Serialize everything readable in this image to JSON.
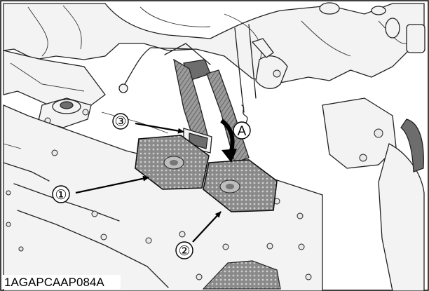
{
  "figure": {
    "callouts": [
      {
        "id": "pedal-1",
        "label": "①"
      },
      {
        "id": "pedal-2",
        "label": "②"
      },
      {
        "id": "latch-3",
        "label": "③"
      },
      {
        "id": "direction-A",
        "label": "A"
      }
    ],
    "image_code": "1AGAPCAAP084A"
  }
}
